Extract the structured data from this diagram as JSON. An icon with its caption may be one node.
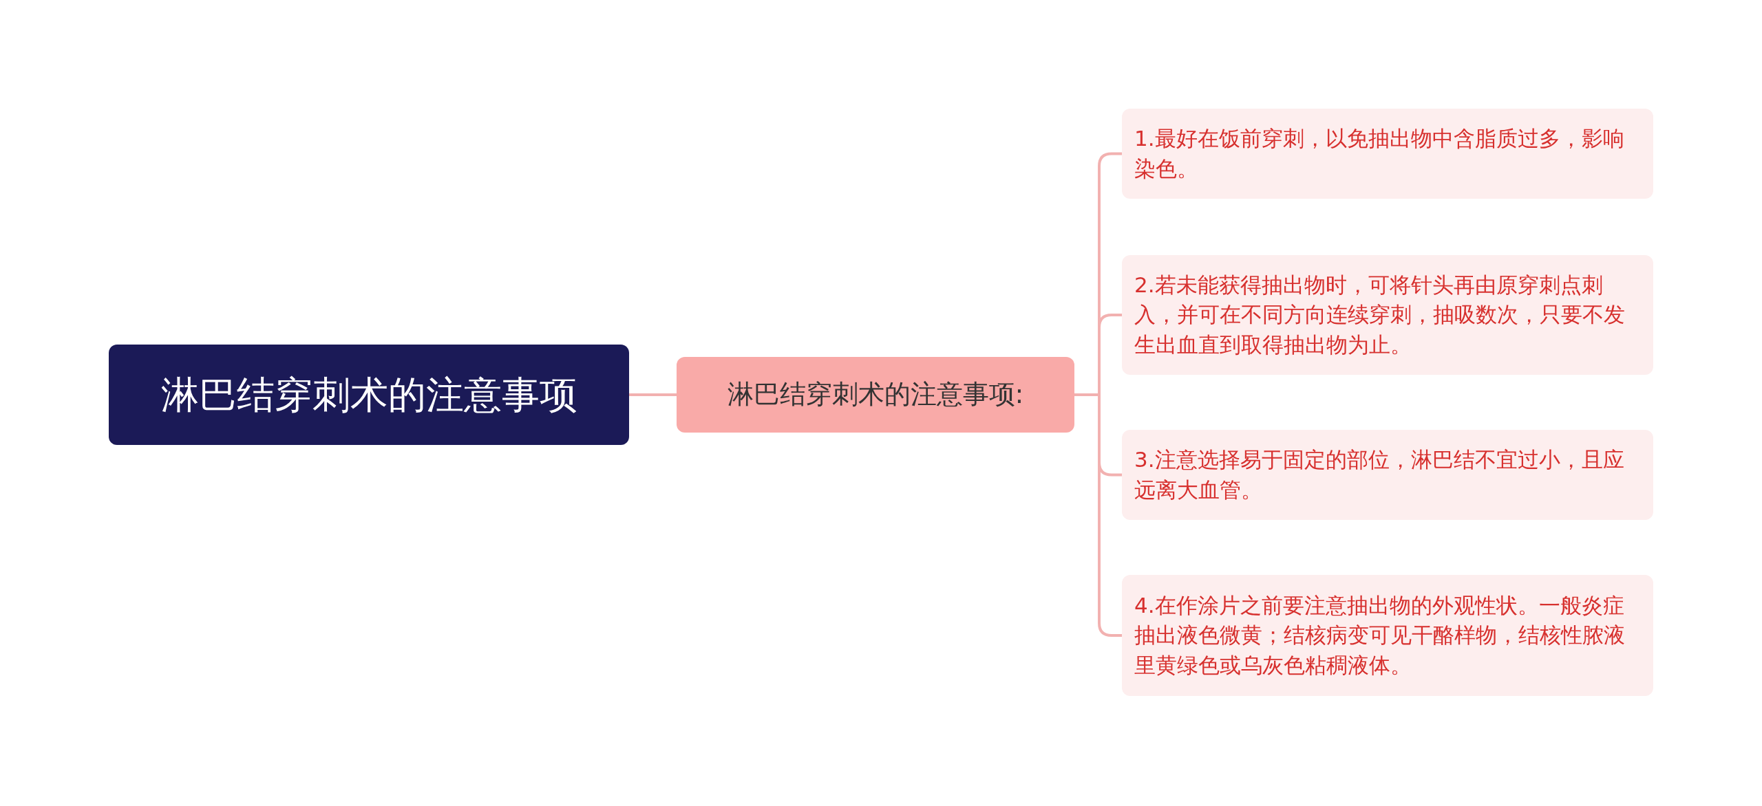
{
  "diagram": {
    "nodes": [
      {
        "text": [
          "淋巴结穿刺术的注意事项"
        ]
      },
      {
        "text": [
          "淋巴结穿刺术的注意事项:"
        ]
      },
      {
        "text": [
          "1.最好在饭前穿刺，以免抽出物中含脂质过多，影响染色。"
        ]
      },
      {
        "text": [
          "2.若未能获得抽出物时，可将针头再由原穿刺点刺入，并可在不同方向连续穿刺，抽吸数次，只要不发生出血直到取得抽出物为止。"
        ]
      },
      {
        "text": [
          "3.注意选择易于固定的部位，淋巴结不宜过小，且应远离大血管。"
        ]
      },
      {
        "text": [
          "4.在作涂片之前要注意抽出物的外观性状。一般炎症抽出液色微黄；结核病变可见干酪样物，结核性脓液里黄绿色或乌灰色粘稠液体。"
        ]
      }
    ],
    "edges": [
      {
        "from": 0,
        "to": 1,
        "arrow": "none"
      },
      {
        "from": 1,
        "to": 2,
        "arrow": "none"
      },
      {
        "from": 1,
        "to": 3,
        "arrow": "none"
      },
      {
        "from": 1,
        "to": 4,
        "arrow": "none"
      },
      {
        "from": 1,
        "to": 5,
        "arrow": "none"
      }
    ]
  }
}
